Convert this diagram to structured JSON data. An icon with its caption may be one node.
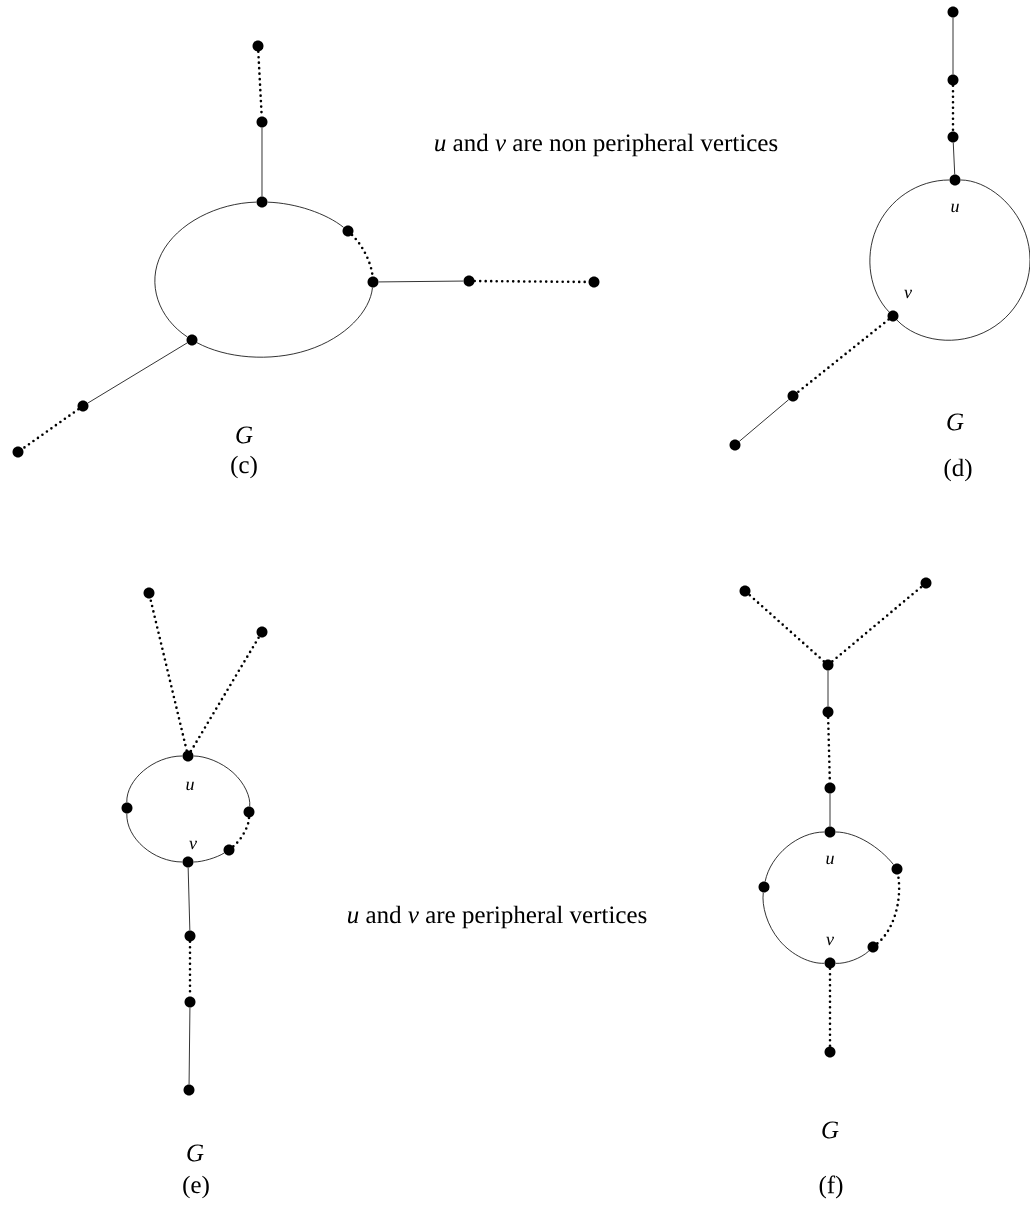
{
  "diagram": {
    "nodes": [
      {
        "text": [],
        "shape": "circle"
      },
      {
        "text": [],
        "shape": "circle"
      },
      {
        "text": [],
        "shape": "circle"
      },
      {
        "text": [],
        "shape": "circle"
      },
      {
        "text": [],
        "shape": "circle"
      },
      {
        "text": [],
        "shape": "circle"
      },
      {
        "text": [],
        "shape": "circle"
      },
      {
        "text": [],
        "shape": "circle"
      },
      {
        "text": [],
        "shape": "circle"
      },
      {
        "text": [],
        "shape": "circle"
      },
      {
        "text": [],
        "shape": "circle"
      },
      {
        "text": [],
        "shape": "circle"
      },
      {
        "text": [],
        "shape": "circle"
      },
      {
        "text": [],
        "shape": "circle",
        "beside": [
          "u"
        ]
      },
      {
        "text": [],
        "shape": "circle",
        "beside": [
          "v"
        ]
      },
      {
        "text": [],
        "shape": "circle"
      },
      {
        "text": [],
        "shape": "circle"
      },
      {
        "text": [],
        "shape": "circle"
      },
      {
        "text": [],
        "shape": "circle"
      },
      {
        "text": [],
        "shape": "circle",
        "beside": [
          "u"
        ]
      },
      {
        "text": [],
        "shape": "circle"
      },
      {
        "text": [],
        "shape": "circle"
      },
      {
        "text": [],
        "shape": "circle"
      },
      {
        "text": [],
        "shape": "circle",
        "beside": [
          "v"
        ]
      },
      {
        "text": [],
        "shape": "circle"
      },
      {
        "text": [],
        "shape": "circle"
      },
      {
        "text": [],
        "shape": "circle"
      },
      {
        "text": [],
        "shape": "circle"
      },
      {
        "text": [],
        "shape": "circle"
      },
      {
        "text": [],
        "shape": "circle"
      },
      {
        "text": [],
        "shape": "circle"
      },
      {
        "text": [],
        "shape": "circle"
      },
      {
        "text": [],
        "shape": "circle",
        "beside": [
          "u"
        ]
      },
      {
        "text": [],
        "shape": "circle"
      },
      {
        "text": [],
        "shape": "circle"
      },
      {
        "text": [],
        "shape": "circle"
      },
      {
        "text": [],
        "shape": "circle",
        "beside": [
          "v"
        ]
      },
      {
        "text": [],
        "shape": "circle"
      }
    ],
    "edges": [
      {
        "from": 0,
        "to": 1,
        "arrow": "none",
        "style": "dashed"
      },
      {
        "from": 1,
        "to": 2,
        "arrow": "none"
      },
      {
        "from": 2,
        "to": 3,
        "arrow": "none"
      },
      {
        "from": 3,
        "to": 4,
        "arrow": "none",
        "style": "dashed"
      },
      {
        "from": 4,
        "to": 5,
        "arrow": "none"
      },
      {
        "from": 5,
        "to": 6,
        "arrow": "none",
        "style": "dashed"
      },
      {
        "from": 4,
        "to": 7,
        "arrow": "none"
      },
      {
        "from": 7,
        "to": 2,
        "arrow": "none"
      },
      {
        "from": 7,
        "to": 8,
        "arrow": "none"
      },
      {
        "from": 8,
        "to": 9,
        "arrow": "none",
        "style": "dashed"
      },
      {
        "from": 10,
        "to": 11,
        "arrow": "none"
      },
      {
        "from": 11,
        "to": 12,
        "arrow": "none",
        "style": "dashed"
      },
      {
        "from": 12,
        "to": 13,
        "arrow": "none"
      },
      {
        "from": 13,
        "to": 14,
        "arrow": "none"
      },
      {
        "from": 14,
        "to": 13,
        "arrow": "none"
      },
      {
        "from": 14,
        "to": 15,
        "arrow": "none",
        "style": "dashed"
      },
      {
        "from": 15,
        "to": 16,
        "arrow": "none"
      },
      {
        "from": 19,
        "to": 17,
        "arrow": "none",
        "style": "dashed"
      },
      {
        "from": 19,
        "to": 18,
        "arrow": "none",
        "style": "dashed"
      },
      {
        "from": 19,
        "to": 20,
        "arrow": "none"
      },
      {
        "from": 20,
        "to": 23,
        "arrow": "none"
      },
      {
        "from": 23,
        "to": 22,
        "arrow": "none"
      },
      {
        "from": 22,
        "to": 21,
        "arrow": "none",
        "style": "dashed"
      },
      {
        "from": 21,
        "to": 19,
        "arrow": "none"
      },
      {
        "from": 23,
        "to": 24,
        "arrow": "none"
      },
      {
        "from": 24,
        "to": 25,
        "arrow": "none",
        "style": "dashed"
      },
      {
        "from": 25,
        "to": 26,
        "arrow": "none"
      },
      {
        "from": 29,
        "to": 27,
        "arrow": "none",
        "style": "dashed"
      },
      {
        "from": 29,
        "to": 28,
        "arrow": "none",
        "style": "dashed"
      },
      {
        "from": 29,
        "to": 30,
        "arrow": "none"
      },
      {
        "from": 30,
        "to": 31,
        "arrow": "none",
        "style": "dashed"
      },
      {
        "from": 31,
        "to": 32,
        "arrow": "none"
      },
      {
        "from": 32,
        "to": 33,
        "arrow": "none"
      },
      {
        "from": 33,
        "to": 36,
        "arrow": "none"
      },
      {
        "from": 36,
        "to": 35,
        "arrow": "none"
      },
      {
        "from": 35,
        "to": 34,
        "arrow": "none",
        "style": "dashed"
      },
      {
        "from": 34,
        "to": 32,
        "arrow": "none"
      },
      {
        "from": 36,
        "to": 37,
        "arrow": "none",
        "style": "dashed"
      }
    ],
    "labels": [
      "*u* and *v* are non peripheral vertices",
      "G",
      "(c)",
      "G",
      "(d)",
      "*u* and *v* are peripheral vertices",
      "G",
      "(e)",
      "G",
      "(f)"
    ]
  }
}
